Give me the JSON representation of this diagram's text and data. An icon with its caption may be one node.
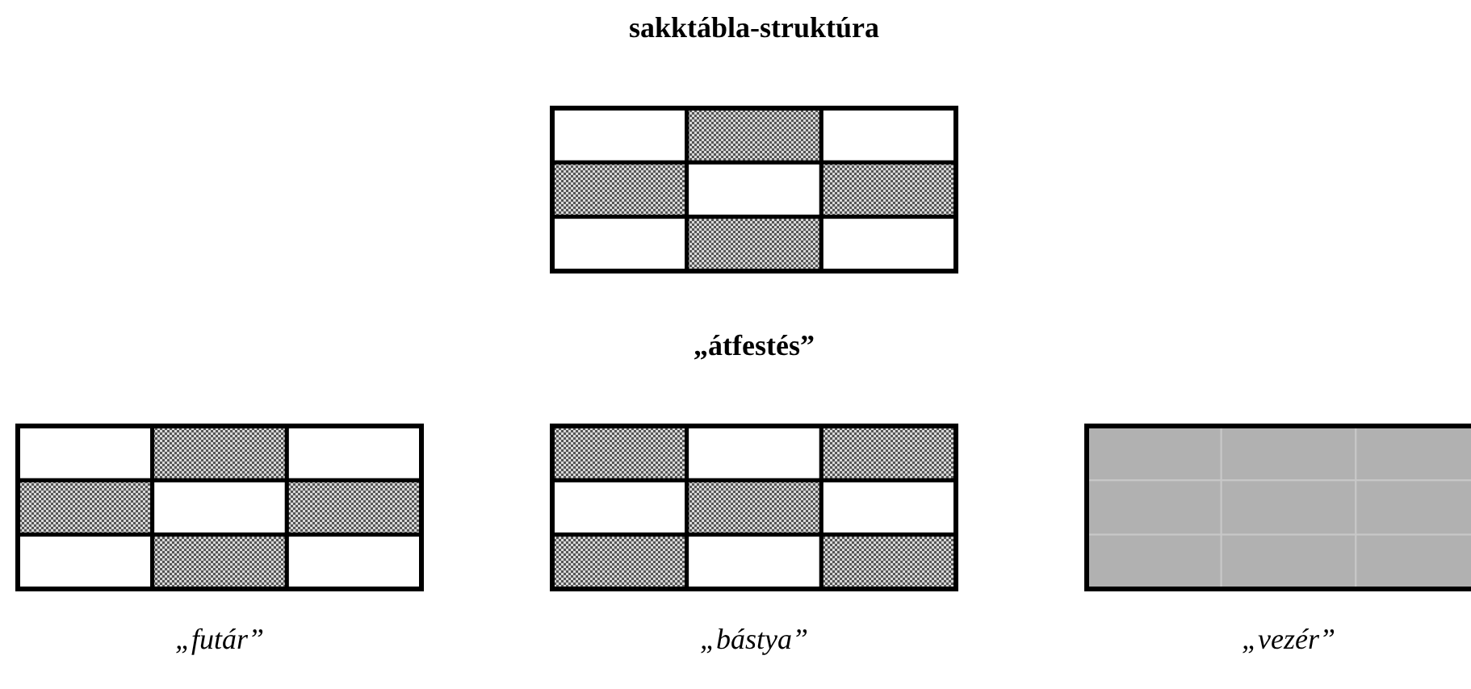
{
  "diagram": {
    "title": "sakktábla-struktúra",
    "labels": [
      "„átfestés”",
      "„futár”",
      "„bástya”",
      "„vezér”"
    ]
  }
}
